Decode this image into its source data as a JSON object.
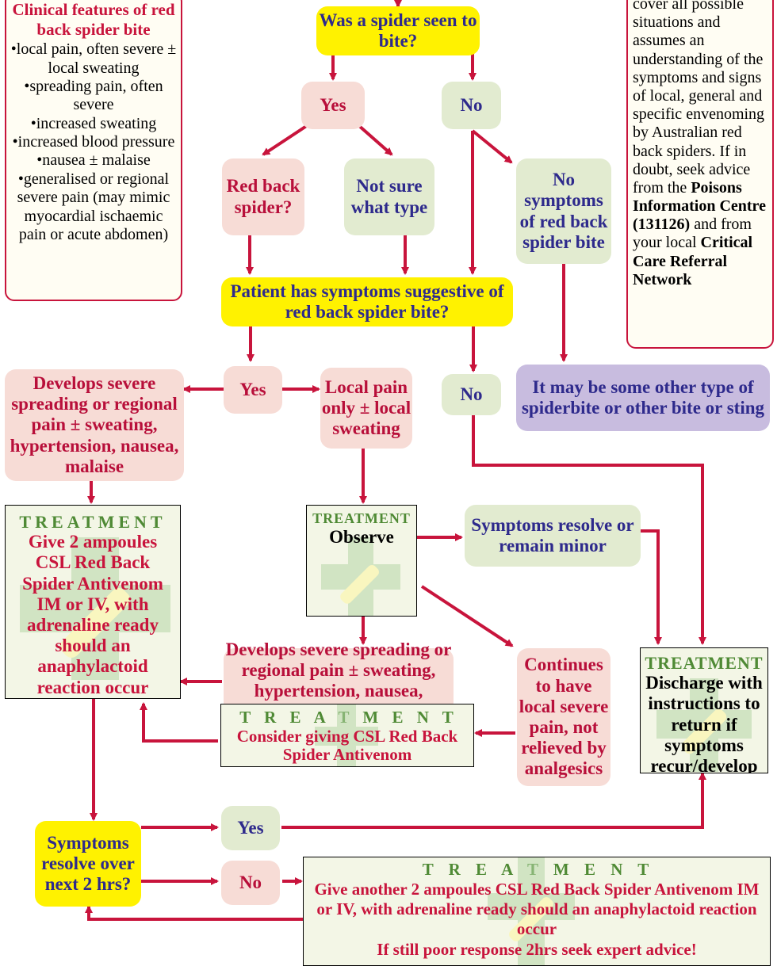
{
  "colors": {
    "arrow": "#c8143c",
    "decision_yellow": "#fff200",
    "red_box": "#f7dcd6",
    "green_box": "#e2ebd0",
    "purple_box": "#c8bcdf",
    "treatment_box": "#f3f6e6"
  },
  "clinical_features": {
    "title": "Clinical features of red back spider bite",
    "items": [
      "•local pain, often severe ± local sweating",
      "•spreading pain, often severe",
      "•increased sweating",
      "•increased blood pressure",
      "•nausea ± malaise",
      "•generalised or regional severe pain (may mimic myocardial ischaemic pain or acute abdomen)"
    ]
  },
  "disclaimer": {
    "line1": "cover all possible situations and assumes an understanding of the symptoms and signs of local, general and specific envenoming by Australian red back spiders. If in doubt, seek advice from the",
    "bold1": "Poisons Information Centre (131126)",
    "line2": "and from your local",
    "bold2": "Critical Care Referral Network"
  },
  "nodes": {
    "spider_seen": "Was a spider seen to bite?",
    "yes1": "Yes",
    "no1": "No",
    "red_back": "Red back spider?",
    "not_sure": "Not sure what type",
    "no_symptoms": "No symptoms of red back spider bite",
    "suggestive": "Patient has symptoms suggestive of red back spider bite?",
    "develops_severe": "Develops severe spreading or regional pain ± sweating, hypertension, nausea, malaise",
    "yes2": "Yes",
    "local_pain": "Local pain only ± local sweating",
    "no2": "No",
    "other_bite": "It may be some other type of spiderbite or other bite or sting",
    "symptoms_resolve_minor": "Symptoms resolve or remain minor",
    "develops_severe_2": "Develops severe spreading or regional pain ± sweating, hypertension, nausea, malaise",
    "continues_pain": "Continues to have local severe pain, not relieved by analgesics",
    "resolve_2hrs": "Symptoms resolve over next 2 hrs?",
    "yes3": "Yes",
    "no3": "No"
  },
  "treatments": {
    "t1": {
      "word": "TREATMENT",
      "text": "Give 2 ampoules CSL Red Back Spider Antivenom IM or IV, with adrenaline ready should an anaphylactoid reaction occur"
    },
    "t2": {
      "word": "TREATMENT",
      "text": "Observe"
    },
    "t3": {
      "word": "TREATMENT",
      "text": "Discharge with instructions to return if symptoms recur/develop"
    },
    "t4": {
      "word": "T R E A T M E N T",
      "text": "Consider giving CSL Red Back Spider Antivenom"
    },
    "t5": {
      "word": "T R E A T M E N T",
      "text": "Give another 2 ampoules CSL Red Back Spider Antivenom IM or IV, with adrenaline ready should an anaphylactoid reaction occur",
      "warning": "If still poor response 2hrs seek expert advice!"
    }
  }
}
